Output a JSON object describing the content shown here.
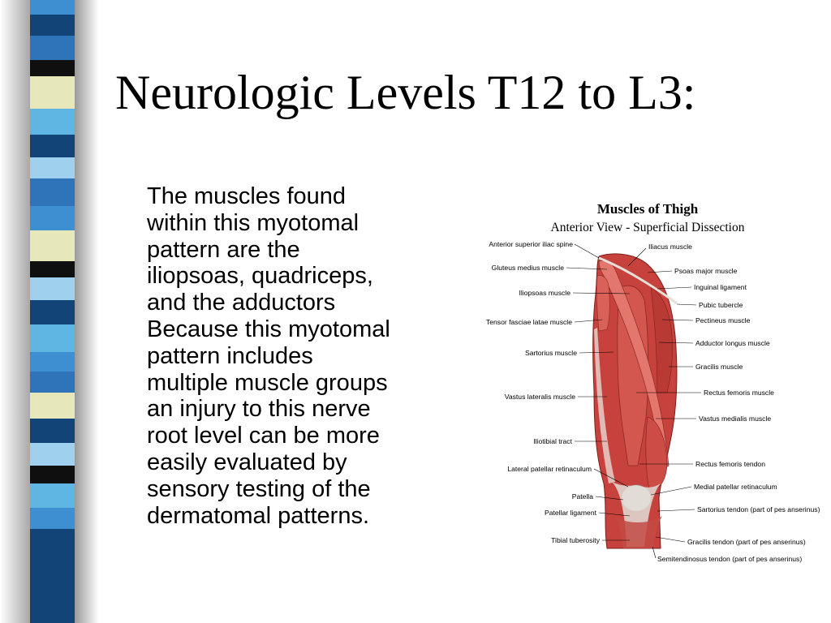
{
  "slide": {
    "title": "Neurologic Levels T12 to L3:",
    "body_lines": [
      "The muscles found",
      "within this myotomal",
      "pattern are the",
      "iliopsoas, quadriceps,",
      "and the adductors",
      "Because this myotomal",
      "pattern includes",
      "multiple muscle groups",
      "an injury to this nerve",
      "root level can be more",
      "easily evaluated by",
      "sensory testing of the",
      "dermatomal patterns."
    ]
  },
  "figure": {
    "title": "Muscles of Thigh",
    "subtitle": "Anterior View - Superficial Dissection",
    "left_labels": [
      "Anterior superior iliac spine",
      "Gluteus medius muscle",
      "Iliopsoas muscle",
      "Tensor fasciae latae muscle",
      "Sartorius muscle",
      "Vastus lateralis muscle",
      "Iliotibial tract",
      "Lateral patellar retinaculum",
      "Patella",
      "Patellar ligament",
      "Tibial tuberosity"
    ],
    "right_labels": [
      "Iliacus muscle",
      "Psoas major muscle",
      "Inguinal ligament",
      "Pubic tubercle",
      "Pectineus muscle",
      "Adductor longus muscle",
      "Gracilis muscle",
      "Rectus femoris muscle",
      "Vastus medialis muscle",
      "Rectus femoris tendon",
      "Medial patellar retinaculum",
      "Sartorius tendon (part of pes anserinus)",
      "Gracilis tendon (part of pes anserinus)",
      "Semitendinosus tendon (part of pes anserinus)"
    ]
  },
  "colors": {
    "stripe": [
      "#3d8fd1",
      "#124477",
      "#0f0f0f",
      "#e6e8b9",
      "#2f74b9",
      "#5fb6e3",
      "#9fd0ee"
    ],
    "muscle": "#c9453f",
    "tendon": "#d9d6d2"
  }
}
